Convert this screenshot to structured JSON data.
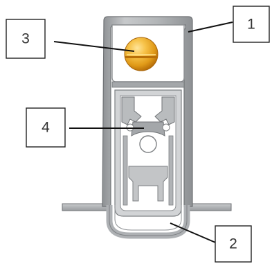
{
  "callouts": [
    {
      "id": "1",
      "label": "1"
    },
    {
      "id": "2",
      "label": "2"
    },
    {
      "id": "3",
      "label": "3"
    },
    {
      "id": "4",
      "label": "4"
    }
  ],
  "colors": {
    "profile_fill": "#b9bcbe",
    "profile_dark": "#8e9194",
    "profile_edge": "#6f7275",
    "insert_fill": "#c9cbcd",
    "inner_dark": "#a4a7aa",
    "ball_light": "#f7c34a",
    "ball_mid": "#e09a18",
    "ball_dark": "#b86f08",
    "background": "#ffffff"
  }
}
